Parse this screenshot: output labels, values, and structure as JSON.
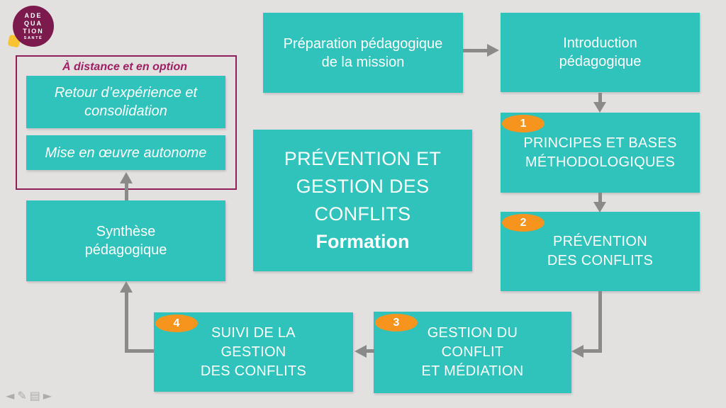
{
  "colors": {
    "background": "#E2E1E0",
    "teal": "#2FC3BC",
    "orange": "#F7941E",
    "purple": "#8E1F58",
    "arrow_gray": "#8A8A8A",
    "logo_purple": "#7C1A4E",
    "logo_yellow": "#F7C331"
  },
  "logo": {
    "line1": "ADE",
    "line2": "QUA",
    "line3": "TION",
    "subline": "SANTÉ"
  },
  "remote_group": {
    "title": "À distance et en option",
    "box1": "Retour d’expérience et\nconsolidation",
    "box2": "Mise en œuvre autonome"
  },
  "flow": {
    "preparation": "Préparation pédagogique\nde la mission",
    "introduction": "Introduction\npédagogique",
    "synthese": "Synthèse\npédagogique",
    "steps": [
      {
        "num": "1",
        "label": "PRINCIPES ET BASES\nMÉTHODOLOGIQUES"
      },
      {
        "num": "2",
        "label": "PRÉVENTION\nDES CONFLITS"
      },
      {
        "num": "3",
        "label": "GESTION DU\nCONFLIT\nET MÉDIATION"
      },
      {
        "num": "4",
        "label": "SUIVI DE LA\nGESTION\nDES CONFLITS"
      }
    ]
  },
  "center": {
    "title": "PRÉVENTION ET\nGESTION DES\nCONFLITS",
    "subtitle": "Formation"
  },
  "toolbar": {
    "prev": "◄",
    "pen": "✎",
    "notes": "▤",
    "next": "►"
  }
}
